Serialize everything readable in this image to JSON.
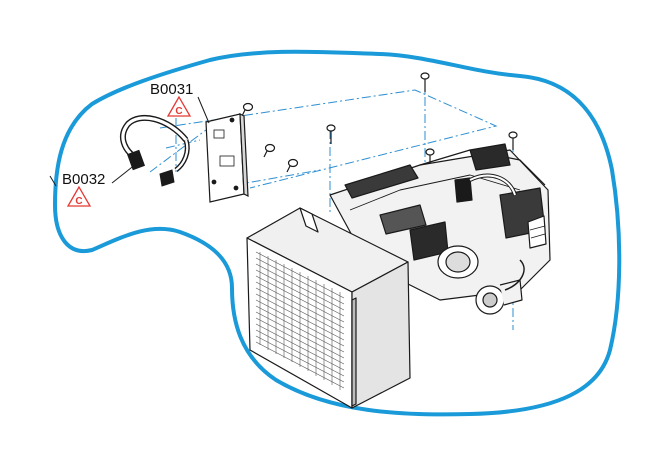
{
  "diagram": {
    "outline_color": "#1a9ad8",
    "guide_color": "#2f8fd0",
    "warning_color": "#e53935",
    "line_color": "#1a1a1a"
  },
  "callouts": [
    {
      "id": "B0031",
      "label": "B0031",
      "warning_symbol": "C",
      "icon": "warning-triangle-icon"
    },
    {
      "id": "B0032",
      "label": "B0032",
      "warning_symbol": "C",
      "icon": "warning-triangle-icon"
    }
  ]
}
